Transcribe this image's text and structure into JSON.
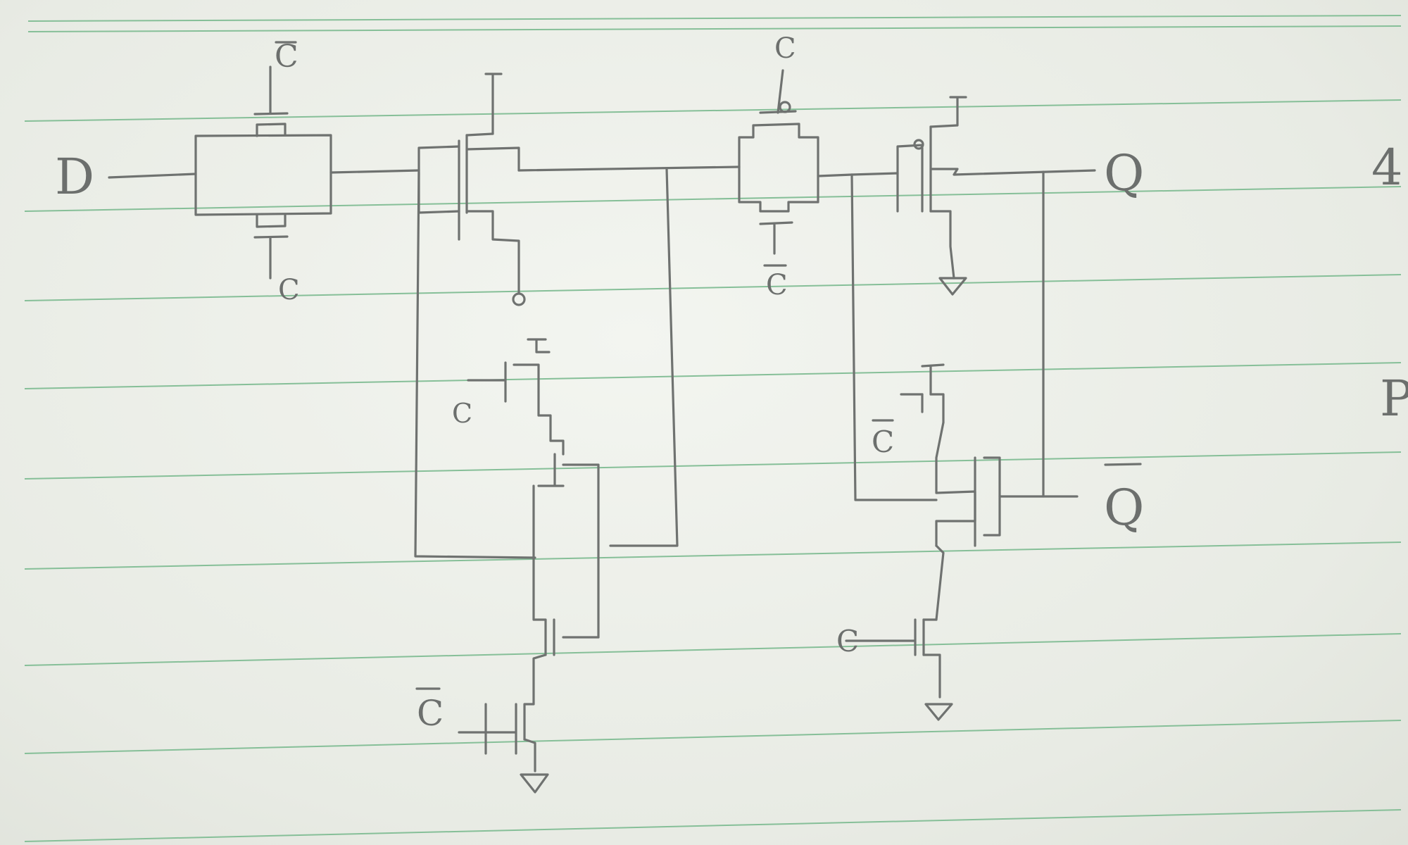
{
  "colors": {
    "paper": "#ecefe9",
    "ink": "#6f7270",
    "ruled_line": "#86bf98"
  },
  "labels": {
    "input_d": "D",
    "output_q": "Q",
    "output_q_bar": "Q",
    "tg1_top": "C",
    "tg1_bottom": "C",
    "tg2_top": "C",
    "tg2_bottom": "C",
    "left_pullup_gate": "C",
    "left_pulldown_gate": "C",
    "right_pullup_gate": "C",
    "right_pulldown_gate": "C",
    "margin_1": "4",
    "margin_2": "P"
  }
}
